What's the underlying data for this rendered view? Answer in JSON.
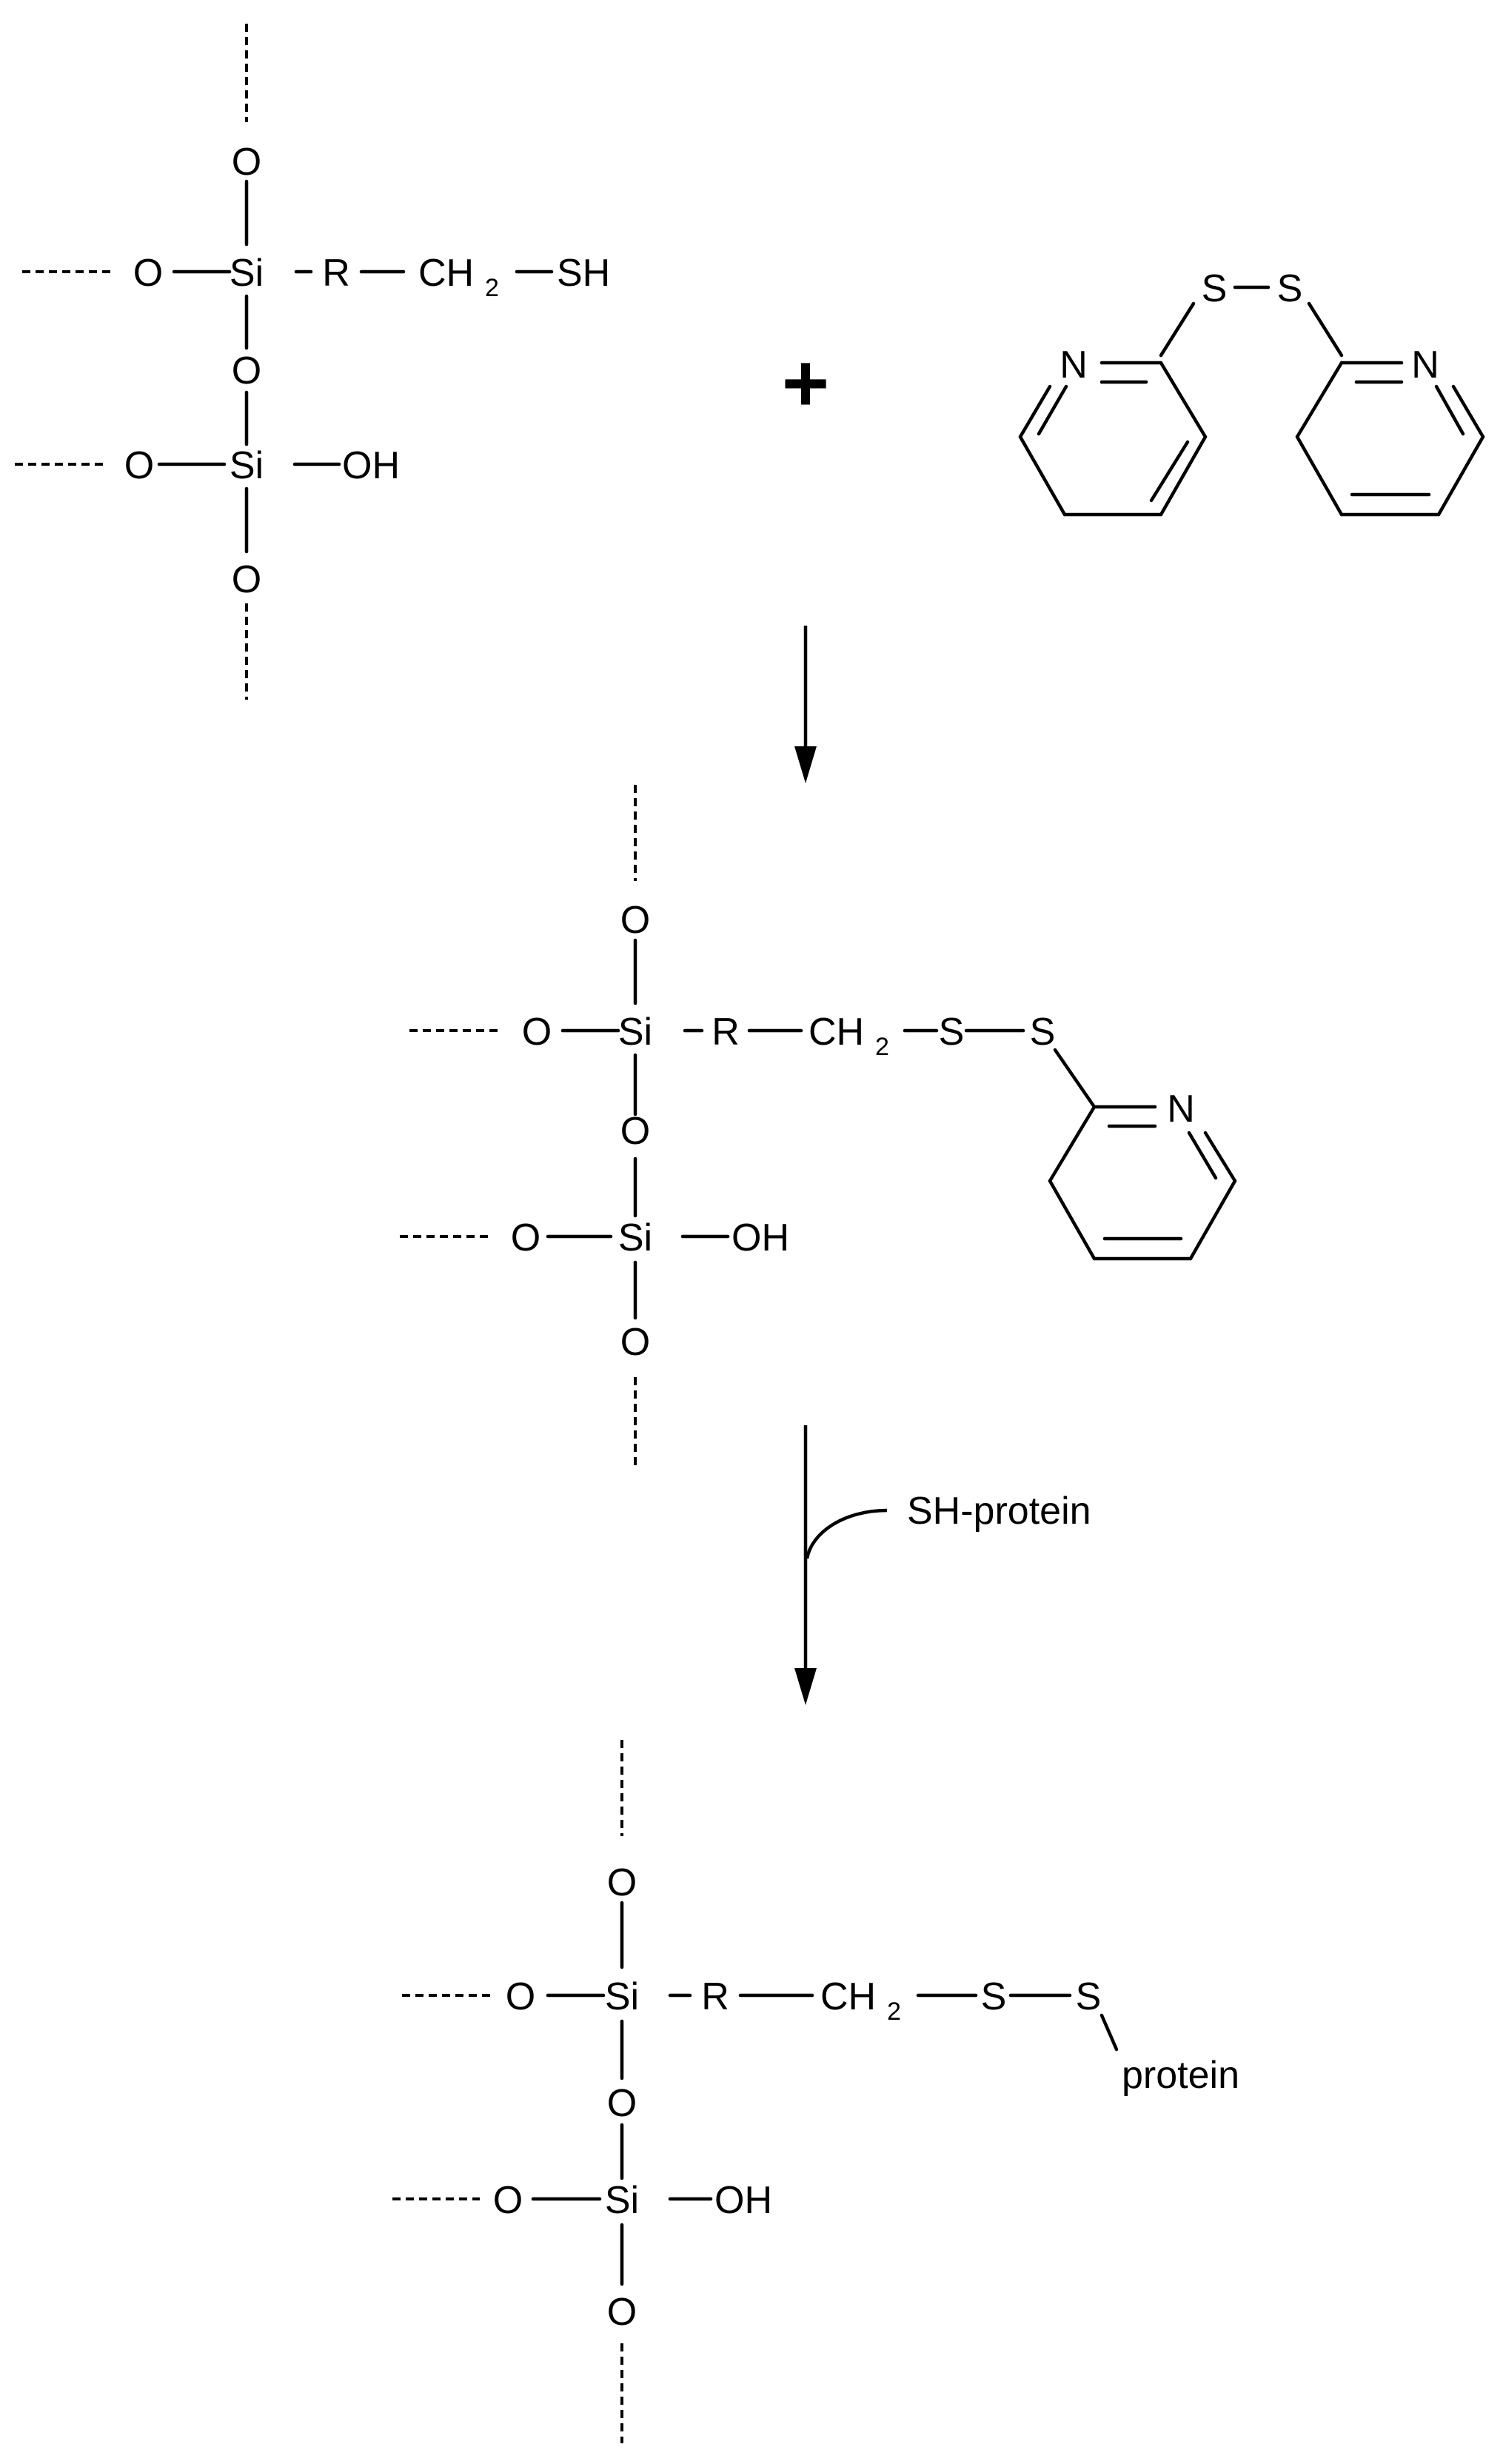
{
  "atoms": {
    "oxygen": "O",
    "silicon": "Si",
    "group_r": "R",
    "carbon_h": "CH",
    "subscript_2": "2",
    "thiol": "SH",
    "hydroxyl": "OH",
    "sulfur": "S",
    "nitrogen": "N"
  },
  "plus_sign": "+",
  "reagent_label": "SH-protein",
  "protein_label": "protein"
}
